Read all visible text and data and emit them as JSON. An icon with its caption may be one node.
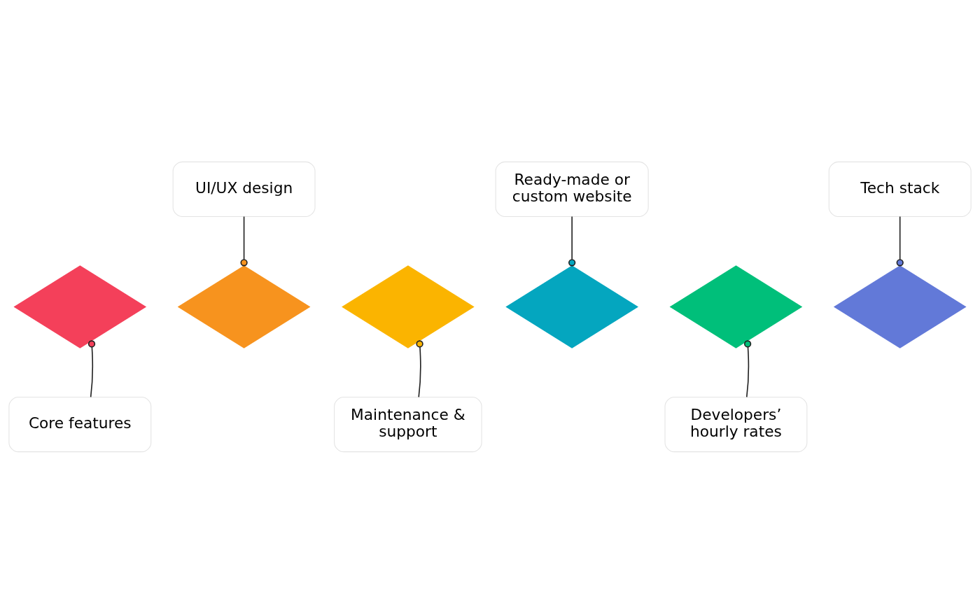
{
  "diagram": {
    "nodes": [
      {
        "text": [
          "UI/UX design"
        ]
      },
      {
        "text": [
          "Ready-made or custom website"
        ]
      },
      {
        "text": [
          "Tech stack"
        ]
      },
      {
        "text": [],
        "shape": "diamond"
      },
      {
        "text": [],
        "shape": "diamond"
      },
      {
        "text": [],
        "shape": "diamond"
      },
      {
        "text": [],
        "shape": "diamond"
      },
      {
        "text": [],
        "shape": "diamond"
      },
      {
        "text": [],
        "shape": "diamond"
      },
      {
        "text": [
          "Core features"
        ]
      },
      {
        "text": [
          "Maintenance & support"
        ]
      },
      {
        "text": [
          "Developers’ hourly rates"
        ]
      }
    ],
    "edges": [
      {
        "from": 0,
        "to": 4,
        "arrow": "other"
      },
      {
        "from": 1,
        "to": 6,
        "arrow": "other"
      },
      {
        "from": 2,
        "to": 8,
        "arrow": "other"
      },
      {
        "from": 9,
        "to": 3,
        "arrow": "other"
      },
      {
        "from": 10,
        "to": 5,
        "arrow": "other"
      },
      {
        "from": 11,
        "to": 7,
        "arrow": "other"
      }
    ]
  }
}
